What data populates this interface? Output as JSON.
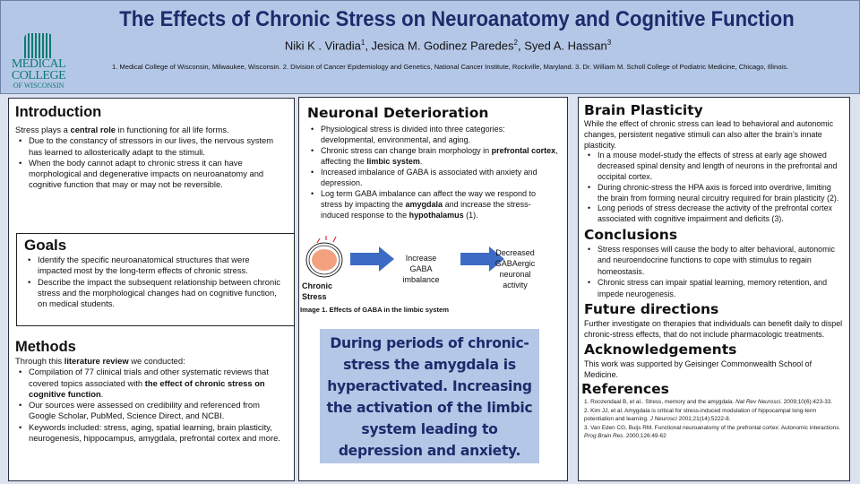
{
  "header": {
    "title": "The Effects of Chronic Stress on Neuroanatomy and Cognitive Function",
    "authors": [
      {
        "name": "Niki K . Viradia",
        "sup": "1"
      },
      {
        "name": "Jesica M. Godinez Paredes",
        "sup": "2"
      },
      {
        "name": "Syed A. Hassan",
        "sup": "3"
      }
    ],
    "affiliations": "1. Medical College of Wisconsin, Milwaukee, Wisconsin. 2. Division of Cancer Epidemiology and Genetics, National Cancer Institute, Rockville, Maryland. 3. Dr. William M. Scholl College of Podiatric Medicine, Chicago, Illinois.",
    "logo": {
      "line1": "MEDICAL",
      "line2": "COLLEGE",
      "line3": "OF WISCONSIN"
    }
  },
  "introduction": {
    "heading": "Introduction",
    "lead": [
      {
        "t": "Stress plays a "
      },
      {
        "t": "central role",
        "b": true
      },
      {
        "t": " in functioning for all life forms."
      }
    ],
    "bullets": [
      [
        {
          "t": "Due to the constancy of stressors in our lives, the nervous system has learned to allosterically adapt to the stimuli."
        }
      ],
      [
        {
          "t": "When the body cannot adapt to chronic stress it can have morphological and degenerative impacts on neuroanatomy and cognitive function that may or may not be reversible."
        }
      ]
    ]
  },
  "goals": {
    "heading": "Goals",
    "bullets": [
      [
        {
          "t": "Identify the specific neuroanatomical structures that were impacted most by the long-term effects of chronic stress."
        }
      ],
      [
        {
          "t": "Describe the impact the subsequent relationship between chronic stress and the morphological changes had on cognitive function, on medical students."
        }
      ]
    ]
  },
  "methods": {
    "heading": "Methods",
    "lead": [
      {
        "t": "Through this "
      },
      {
        "t": "literature review",
        "b": true
      },
      {
        "t": " we conducted:"
      }
    ],
    "bullets": [
      [
        {
          "t": "Compilation of 77 clinical trials and other systematic reviews that covered topics associated with "
        },
        {
          "t": "the effect of chronic stress on cognitive function",
          "b": true
        },
        {
          "t": "."
        }
      ],
      [
        {
          "t": "Our sources were assessed on credibility and referenced from Google Scholar, PubMed, Science Direct, and NCBI."
        }
      ],
      [
        {
          "t": "Keywords included: stress, aging, spatial learning, brain plasticity, neurogenesis, hippocampus, amygdala, prefrontal cortex and more."
        }
      ]
    ]
  },
  "neuronal": {
    "heading": "Neuronal Deterioration",
    "bullets": [
      [
        {
          "t": "Physiological stress is divided into three categories: developmental, environmental, and aging."
        }
      ],
      [
        {
          "t": "Chronic stress can change brain morphology in "
        },
        {
          "t": "prefrontal cortex",
          "b": true
        },
        {
          "t": ", affecting the "
        },
        {
          "t": "limbic system",
          "b": true
        },
        {
          "t": "."
        }
      ],
      [
        {
          "t": "Increased imbalance of GABA is associated with anxiety and depression."
        }
      ],
      [
        {
          "t": "Log term GABA imbalance can affect the way we respond to stress by impacting the "
        },
        {
          "t": "amygdala",
          "b": true
        },
        {
          "t": " and increase the stress-induced response to the "
        },
        {
          "t": "hypothalamus",
          "b": true
        },
        {
          "t": " (1)."
        }
      ]
    ],
    "diagram": {
      "step1": "Chronic Stress",
      "step2": "Increase GABA imbalance",
      "step3": "Decreased GABAergic neuronal activity",
      "caption": "Image 1. Effects of GABA in the limbic system"
    },
    "callout": "During periods of chronic-stress the amygdala is hyperactivated.  Increasing the activation of the limbic system leading to depression and anxiety."
  },
  "plasticity": {
    "heading": "Brain Plasticity",
    "lead": [
      {
        "t": "While the effect of chronic stress can lead to behavioral and autonomic changes, persistent negative stimuli can also alter the brain’s innate plasticity."
      }
    ],
    "bullets": [
      [
        {
          "t": "In a mouse model-study the effects of stress at early age showed decreased spinal density and length of neurons in the prefrontal and occipital cortex."
        }
      ],
      [
        {
          "t": "During chronic-stress the HPA axis is forced into overdrive, limiting the brain from forming neural circuitry required for brain plasticity (2)."
        }
      ],
      [
        {
          "t": "Long periods of stress decrease the activity of the prefrontal cortex associated with cognitive impairment and deficits (3)."
        }
      ]
    ]
  },
  "conclusions": {
    "heading": "Conclusions",
    "bullets": [
      [
        {
          "t": "Stress responses will cause the body to alter behavioral, autonomic and neuroendocrine functions to cope with stimulus to regain homeostasis."
        }
      ],
      [
        {
          "t": "Chronic stress can impair spatial learning, memory retention, and impede neurogenesis."
        }
      ]
    ]
  },
  "future": {
    "heading": "Future directions",
    "lead": [
      {
        "t": "Further investigate on therapies that individuals can benefit daily to dispel chronic-stress effects, that do not include pharmacologic treatments."
      }
    ]
  },
  "acknowledgements": {
    "heading": "Acknowledgements",
    "lead": [
      {
        "t": "This work was supported by Geisinger Commonwealth School of Medicine."
      }
    ]
  },
  "references": {
    "heading": "References",
    "items": [
      [
        {
          "t": "1. Roozendaal B, et al.. Stress, memory and the amygdala. "
        },
        {
          "t": "Nat Rev Neurosci",
          "i": true
        },
        {
          "t": ". 2009;10(6):423-33."
        }
      ],
      [
        {
          "t": "2. Kim JJ, et al. Amygdala is critical for stress-induced modulation of hippocampal long-term potentiation and learning. "
        },
        {
          "t": "J Neurosci",
          "i": true
        },
        {
          "t": " 2001;21(14):5222-8."
        }
      ],
      [
        {
          "t": "3. Van Eden CG, Buijs RM. Functional neuroanatomy of the prefrontal cortex: Autonomic interactions. "
        },
        {
          "t": "Prog Brain Res",
          "i": true
        },
        {
          "t": ". 2000;126:49-62"
        }
      ]
    ]
  }
}
